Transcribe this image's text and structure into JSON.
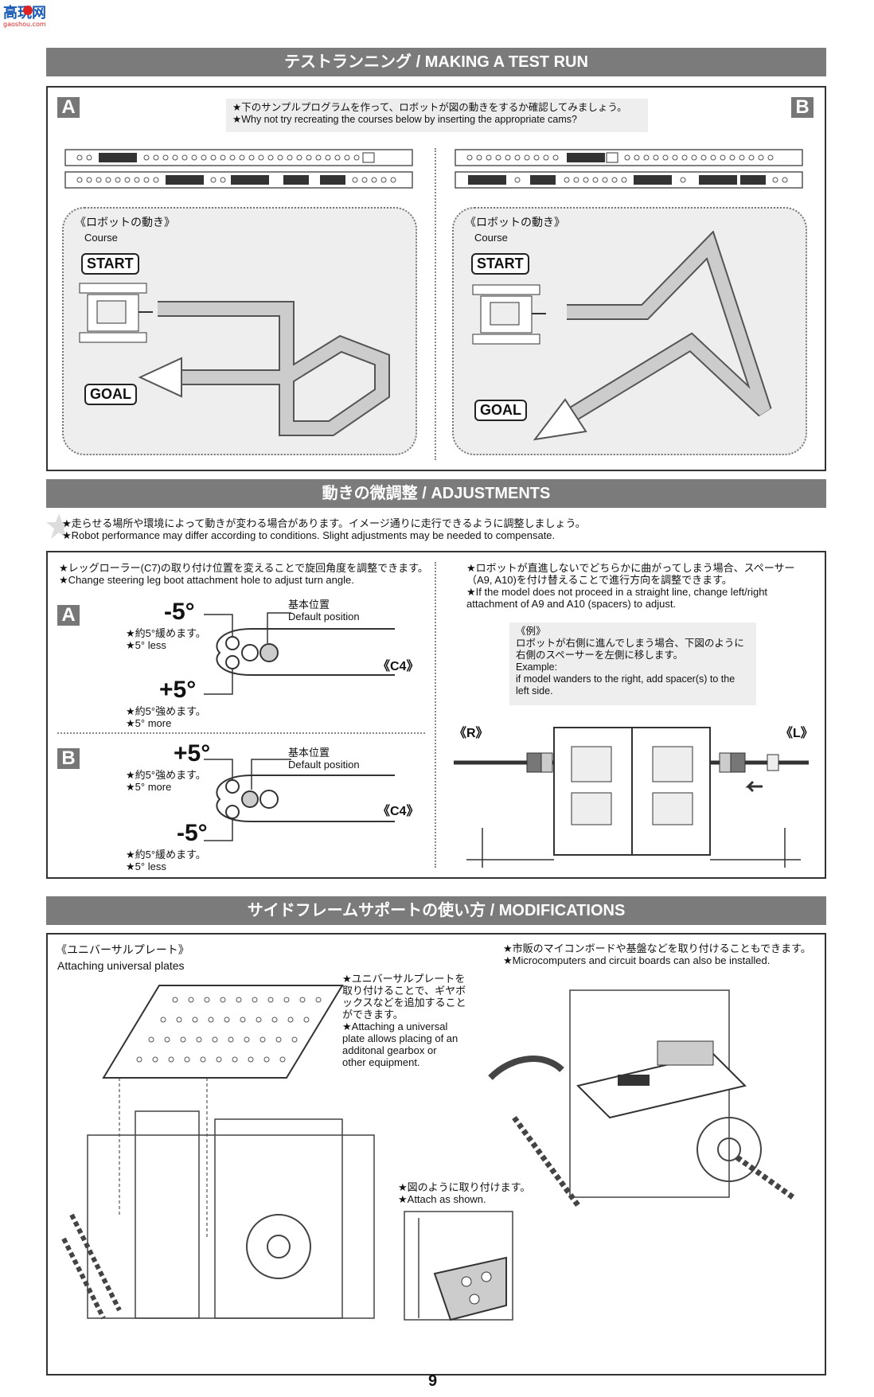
{
  "logo": {
    "text": "高玩网",
    "sub": "gaoshou.com"
  },
  "section_test": {
    "title": "テストランニング / MAKING A TEST RUN",
    "label_a": "A",
    "label_b": "B",
    "instruction": "★下のサンプルプログラムを作って、ロボットが図の動きをするか確認してみましょう。\n★Why not try recreating the courses below by inserting the appropriate cams?",
    "course_a": {
      "title_jp": "《ロボットの動き》",
      "title_en": "Course",
      "start": "START",
      "goal": "GOAL"
    },
    "course_b": {
      "title_jp": "《ロボットの動き》",
      "title_en": "Course",
      "start": "START",
      "goal": "GOAL"
    }
  },
  "section_adjust": {
    "title": "動きの微調整 / ADJUSTMENTS",
    "intro": "★走らせる場所や環境によって動きが変わる場合があります。イメージ通りに走行できるように調整しましょう。\n★Robot performance may differ according to conditions. Slight adjustments may be needed to compensate.",
    "left_note": "★レッグローラー(C7)の取り付け位置を変えることで旋回角度を調整できます。\n★Change steering leg boot attachment hole to adjust turn angle.",
    "panel_a": {
      "label": "A",
      "top_value": "-5°",
      "top_note": "★約5°緩めます。\n★5° less",
      "bottom_value": "+5°",
      "bottom_note": "★約5°強めます。\n★5° more",
      "default_pos": "基本位置\nDefault position",
      "part": "《C4》"
    },
    "panel_b": {
      "label": "B",
      "top_value": "+5°",
      "top_note": "★約5°強めます。\n★5° more",
      "bottom_value": "-5°",
      "bottom_note": "★約5°緩めます。\n★5° less",
      "default_pos": "基本位置\nDefault position",
      "part": "《C4》"
    },
    "right_note": "★ロボットが直進しないでどちらかに曲がってしまう場合、スペーサー\n（A9, A10)を付け替えることで進行方向を調整できます。\n★If the model does not proceed in a straight line, change left/right\nattachment of A9 and A10 (spacers) to adjust.",
    "example": "《例》\nロボットが右側に進んでしまう場合、下図のように\n右側のスペーサーを左側に移します。\nExample:\nif model wanders to the right, add spacer(s) to the\nleft side.",
    "right_label": "《R》",
    "left_label": "《L》"
  },
  "section_mod": {
    "title": "サイドフレームサポートの使い方 / MODIFICATIONS",
    "plate_title_jp": "《ユニバーサルプレート》",
    "plate_title_en": "Attaching universal plates",
    "plate_note": "★ユニバーサルプレートを\n取り付けることで、ギヤボ\nックスなどを追加すること\nができます。\n★Attaching a universal\nplate allows placing of an\nadditonal gearbox or\nother equipment.",
    "attach_note": "★図のように取り付けます。\n★Attach as shown.",
    "micro_note": "★市販のマイコンボードや基盤などを取り付けることもできます。\n★Microcomputers and circuit boards can also be installed."
  },
  "page_number": "9"
}
